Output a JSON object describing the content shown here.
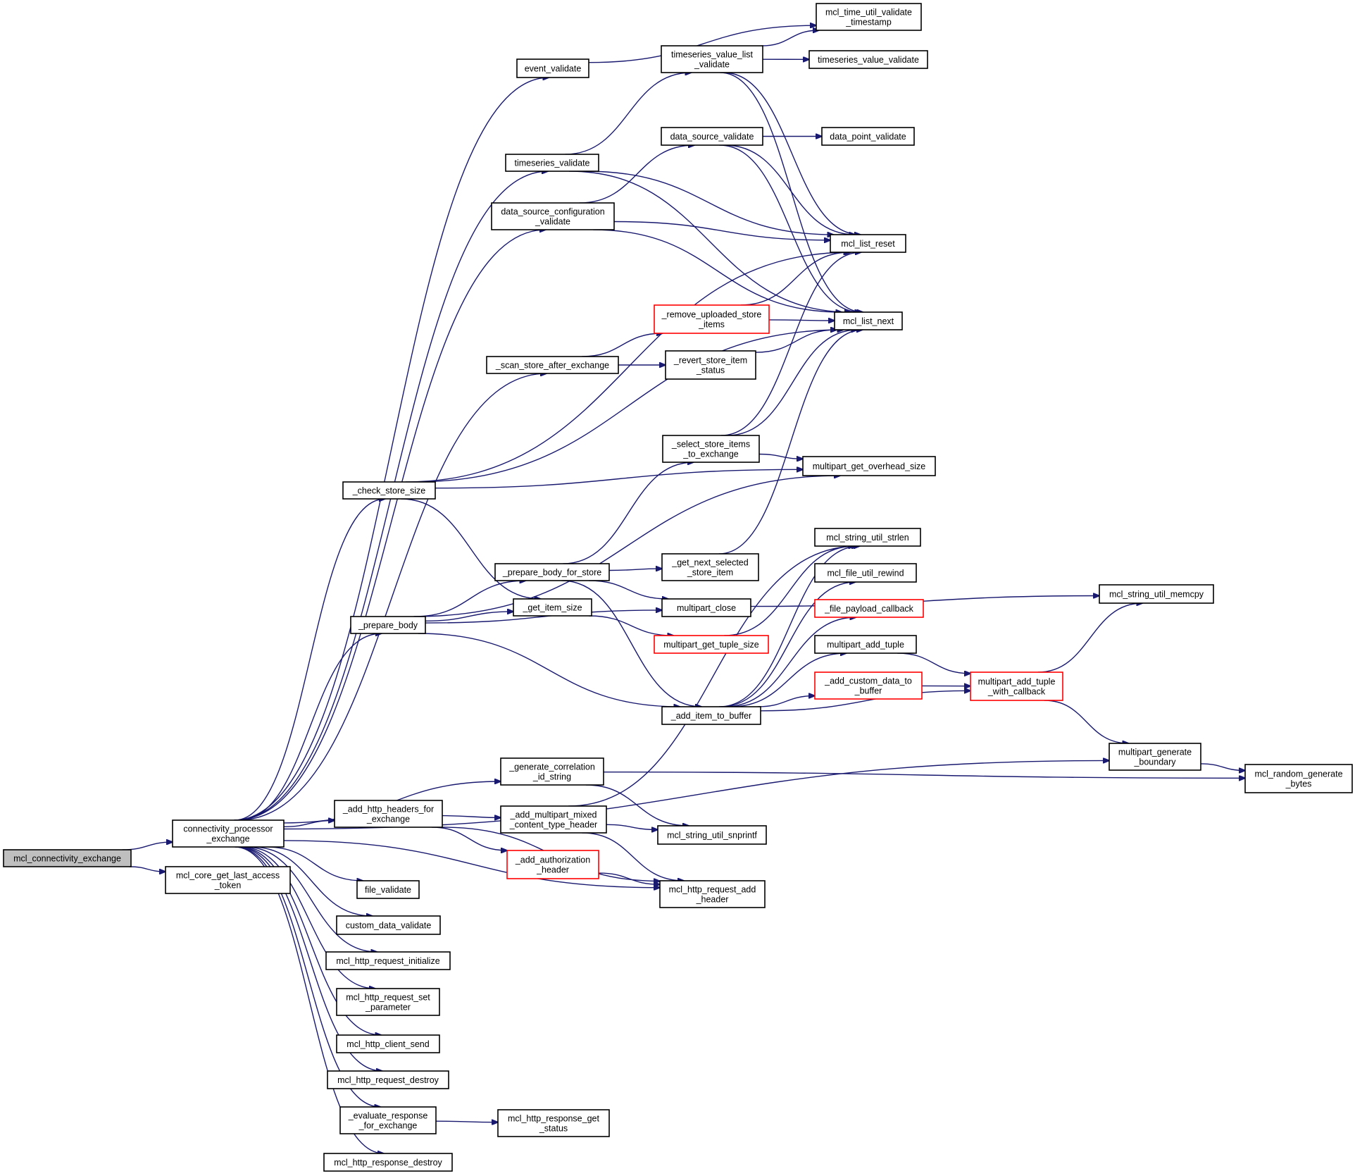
{
  "graph": {
    "edge_color": "#191970",
    "default_node_border": "#000000",
    "highlight_node_border": "#ff0000",
    "root_fill": "#bfbfbf",
    "nodes": [
      {
        "id": "root",
        "lines": [
          "mcl_connectivity_exchange"
        ],
        "style": "root"
      },
      {
        "id": "cpe",
        "lines": [
          "connectivity_processor",
          "_exchange"
        ],
        "style": "normal"
      },
      {
        "id": "ccglat",
        "lines": [
          "mcl_core_get_last_access",
          "_token"
        ],
        "style": "normal"
      },
      {
        "id": "event_validate",
        "lines": [
          "event_validate"
        ],
        "style": "normal"
      },
      {
        "id": "timeseries_validate",
        "lines": [
          "timeseries_validate"
        ],
        "style": "normal"
      },
      {
        "id": "dscv",
        "lines": [
          "data_source_configuration",
          "_validate"
        ],
        "style": "normal"
      },
      {
        "id": "scan",
        "lines": [
          "_scan_store_after_exchange"
        ],
        "style": "normal"
      },
      {
        "id": "check_store",
        "lines": [
          "_check_store_size"
        ],
        "style": "normal"
      },
      {
        "id": "prepare_body",
        "lines": [
          "_prepare_body"
        ],
        "style": "normal"
      },
      {
        "id": "gen_corr",
        "lines": [
          "_generate_correlation",
          "_id_string"
        ],
        "style": "normal"
      },
      {
        "id": "add_http_headers",
        "lines": [
          "_add_http_headers_for",
          "_exchange"
        ],
        "style": "normal"
      },
      {
        "id": "file_validate",
        "lines": [
          "file_validate"
        ],
        "style": "normal"
      },
      {
        "id": "custom_data_validate",
        "lines": [
          "custom_data_validate"
        ],
        "style": "normal"
      },
      {
        "id": "req_init",
        "lines": [
          "mcl_http_request_initialize"
        ],
        "style": "normal"
      },
      {
        "id": "req_set_param",
        "lines": [
          "mcl_http_request_set",
          "_parameter"
        ],
        "style": "normal"
      },
      {
        "id": "client_send",
        "lines": [
          "mcl_http_client_send"
        ],
        "style": "normal"
      },
      {
        "id": "req_destroy",
        "lines": [
          "mcl_http_request_destroy"
        ],
        "style": "normal"
      },
      {
        "id": "eval_resp",
        "lines": [
          "_evaluate_response",
          "_for_exchange"
        ],
        "style": "normal"
      },
      {
        "id": "resp_destroy",
        "lines": [
          "mcl_http_response_destroy"
        ],
        "style": "normal"
      },
      {
        "id": "tvlv",
        "lines": [
          "timeseries_value_list",
          "_validate"
        ],
        "style": "normal"
      },
      {
        "id": "dsv",
        "lines": [
          "data_source_validate"
        ],
        "style": "normal"
      },
      {
        "id": "tuvt",
        "lines": [
          "mcl_time_util_validate",
          "_timestamp"
        ],
        "style": "normal"
      },
      {
        "id": "tvv",
        "lines": [
          "timeseries_value_validate"
        ],
        "style": "normal"
      },
      {
        "id": "dpv",
        "lines": [
          "data_point_validate"
        ],
        "style": "normal"
      },
      {
        "id": "list_reset",
        "lines": [
          "mcl_list_reset"
        ],
        "style": "normal"
      },
      {
        "id": "list_next",
        "lines": [
          "mcl_list_next"
        ],
        "style": "normal"
      },
      {
        "id": "remove_uploaded",
        "lines": [
          "_remove_uploaded_store",
          "_items"
        ],
        "style": "red"
      },
      {
        "id": "revert_status",
        "lines": [
          "_revert_store_item",
          "_status"
        ],
        "style": "normal"
      },
      {
        "id": "select_store",
        "lines": [
          "_select_store_items",
          "_to_exchange"
        ],
        "style": "normal"
      },
      {
        "id": "overhead",
        "lines": [
          "multipart_get_overhead_size"
        ],
        "style": "normal"
      },
      {
        "id": "prepare_body_store",
        "lines": [
          "_prepare_body_for_store"
        ],
        "style": "normal"
      },
      {
        "id": "get_item_size",
        "lines": [
          "_get_item_size"
        ],
        "style": "normal"
      },
      {
        "id": "get_next_selected",
        "lines": [
          "_get_next_selected",
          "_store_item"
        ],
        "style": "normal"
      },
      {
        "id": "multipart_close",
        "lines": [
          "multipart_close"
        ],
        "style": "normal"
      },
      {
        "id": "tuple_size",
        "lines": [
          "multipart_get_tuple_size"
        ],
        "style": "red"
      },
      {
        "id": "add_item_buffer",
        "lines": [
          "_add_item_to_buffer"
        ],
        "style": "normal"
      },
      {
        "id": "strlen",
        "lines": [
          "mcl_string_util_strlen"
        ],
        "style": "normal"
      },
      {
        "id": "rewind",
        "lines": [
          "mcl_file_util_rewind"
        ],
        "style": "normal"
      },
      {
        "id": "file_payload_cb",
        "lines": [
          "_file_payload_callback"
        ],
        "style": "red"
      },
      {
        "id": "add_tuple",
        "lines": [
          "multipart_add_tuple"
        ],
        "style": "normal"
      },
      {
        "id": "add_custom",
        "lines": [
          "_add_custom_data_to",
          "_buffer"
        ],
        "style": "red"
      },
      {
        "id": "add_tuple_cb",
        "lines": [
          "multipart_add_tuple",
          "_with_callback"
        ],
        "style": "red"
      },
      {
        "id": "memcpy",
        "lines": [
          "mcl_string_util_memcpy"
        ],
        "style": "normal"
      },
      {
        "id": "gen_boundary",
        "lines": [
          "multipart_generate",
          "_boundary"
        ],
        "style": "normal"
      },
      {
        "id": "random_bytes",
        "lines": [
          "mcl_random_generate",
          "_bytes"
        ],
        "style": "normal"
      },
      {
        "id": "mixed_ct",
        "lines": [
          "_add_multipart_mixed",
          "_content_type_header"
        ],
        "style": "normal"
      },
      {
        "id": "auth_header",
        "lines": [
          "_add_authorization",
          "_header"
        ],
        "style": "red"
      },
      {
        "id": "snprintf",
        "lines": [
          "mcl_string_util_snprintf"
        ],
        "style": "normal"
      },
      {
        "id": "req_add_header",
        "lines": [
          "mcl_http_request_add",
          "_header"
        ],
        "style": "normal"
      },
      {
        "id": "resp_get_status",
        "lines": [
          "mcl_http_response_get",
          "_status"
        ],
        "style": "normal"
      }
    ],
    "edges": [
      [
        "root",
        "cpe"
      ],
      [
        "root",
        "ccglat"
      ],
      [
        "cpe",
        "event_validate"
      ],
      [
        "cpe",
        "timeseries_validate"
      ],
      [
        "cpe",
        "dscv"
      ],
      [
        "cpe",
        "scan"
      ],
      [
        "cpe",
        "check_store"
      ],
      [
        "cpe",
        "prepare_body"
      ],
      [
        "cpe",
        "gen_corr"
      ],
      [
        "cpe",
        "add_http_headers"
      ],
      [
        "cpe",
        "gen_boundary"
      ],
      [
        "cpe",
        "req_add_header"
      ],
      [
        "cpe",
        "file_validate"
      ],
      [
        "cpe",
        "custom_data_validate"
      ],
      [
        "cpe",
        "req_init"
      ],
      [
        "cpe",
        "req_set_param"
      ],
      [
        "cpe",
        "client_send"
      ],
      [
        "cpe",
        "req_destroy"
      ],
      [
        "cpe",
        "eval_resp"
      ],
      [
        "cpe",
        "resp_destroy"
      ],
      [
        "event_validate",
        "tuvt"
      ],
      [
        "timeseries_validate",
        "tvlv"
      ],
      [
        "timeseries_validate",
        "list_reset"
      ],
      [
        "timeseries_validate",
        "list_next"
      ],
      [
        "tvlv",
        "tuvt"
      ],
      [
        "tvlv",
        "tvv"
      ],
      [
        "tvlv",
        "list_reset"
      ],
      [
        "tvlv",
        "list_next"
      ],
      [
        "dscv",
        "dsv"
      ],
      [
        "dscv",
        "list_reset"
      ],
      [
        "dscv",
        "list_next"
      ],
      [
        "dsv",
        "dpv"
      ],
      [
        "dsv",
        "list_reset"
      ],
      [
        "dsv",
        "list_next"
      ],
      [
        "scan",
        "remove_uploaded"
      ],
      [
        "scan",
        "revert_status"
      ],
      [
        "remove_uploaded",
        "list_reset"
      ],
      [
        "remove_uploaded",
        "list_next"
      ],
      [
        "revert_status",
        "list_next"
      ],
      [
        "check_store",
        "list_reset"
      ],
      [
        "check_store",
        "list_next"
      ],
      [
        "check_store",
        "overhead"
      ],
      [
        "check_store",
        "get_item_size"
      ],
      [
        "select_store",
        "overhead"
      ],
      [
        "select_store",
        "list_reset"
      ],
      [
        "select_store",
        "list_next"
      ],
      [
        "prepare_body",
        "overhead"
      ],
      [
        "prepare_body",
        "prepare_body_store"
      ],
      [
        "prepare_body",
        "get_item_size"
      ],
      [
        "prepare_body",
        "multipart_close"
      ],
      [
        "prepare_body",
        "add_item_buffer"
      ],
      [
        "prepare_body_store",
        "select_store"
      ],
      [
        "prepare_body_store",
        "get_next_selected"
      ],
      [
        "prepare_body_store",
        "multipart_close"
      ],
      [
        "prepare_body_store",
        "add_item_buffer"
      ],
      [
        "get_next_selected",
        "list_next"
      ],
      [
        "get_item_size",
        "tuple_size"
      ],
      [
        "multipart_close",
        "memcpy"
      ],
      [
        "tuple_size",
        "strlen"
      ],
      [
        "add_item_buffer",
        "strlen"
      ],
      [
        "add_item_buffer",
        "rewind"
      ],
      [
        "add_item_buffer",
        "file_payload_cb"
      ],
      [
        "add_item_buffer",
        "add_tuple"
      ],
      [
        "add_item_buffer",
        "add_custom"
      ],
      [
        "add_item_buffer",
        "add_tuple_cb"
      ],
      [
        "add_tuple",
        "add_tuple_cb"
      ],
      [
        "add_custom",
        "add_tuple_cb"
      ],
      [
        "add_tuple_cb",
        "memcpy"
      ],
      [
        "add_tuple_cb",
        "gen_boundary"
      ],
      [
        "gen_boundary",
        "random_bytes"
      ],
      [
        "gen_corr",
        "random_bytes"
      ],
      [
        "gen_corr",
        "snprintf"
      ],
      [
        "add_http_headers",
        "mixed_ct"
      ],
      [
        "add_http_headers",
        "auth_header"
      ],
      [
        "add_http_headers",
        "req_add_header"
      ],
      [
        "mixed_ct",
        "strlen"
      ],
      [
        "mixed_ct",
        "snprintf"
      ],
      [
        "mixed_ct",
        "req_add_header"
      ],
      [
        "auth_header",
        "req_add_header"
      ],
      [
        "eval_resp",
        "resp_get_status"
      ]
    ]
  }
}
